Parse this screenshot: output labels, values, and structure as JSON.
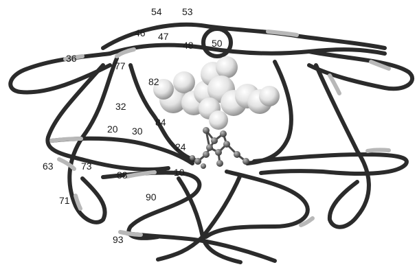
{
  "colors": {
    "backbone": "#2b2b2b",
    "highlight": "#b8b8b8",
    "sphere_light": "#ffffff",
    "sphere_dark": "#8f8f8f",
    "ligand_atom": "#5a5a5a",
    "background": "#ffffff"
  },
  "residue_labels": {
    "r54": "54",
    "r53": "53",
    "r46": "46",
    "r47": "47",
    "r48": "48",
    "r50": "50",
    "r36": "36",
    "r77": "77",
    "r82": "82",
    "r32": "32",
    "r84": "84",
    "r20": "20",
    "r30": "30",
    "r24": "24",
    "r63": "63",
    "r73": "73",
    "r88": "88",
    "r10": "10",
    "r71": "71",
    "r90": "90",
    "r93": "93"
  }
}
